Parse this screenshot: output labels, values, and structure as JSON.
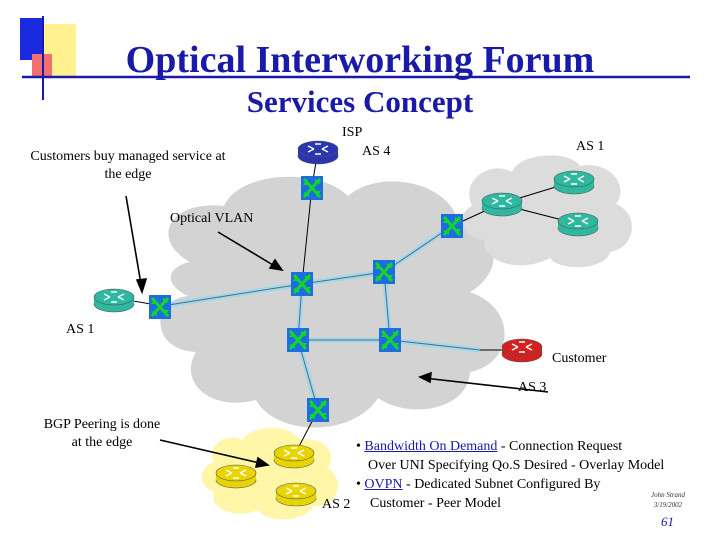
{
  "title": "Optical Interworking Forum",
  "subtitle": "Services Concept",
  "labels": {
    "isp": "ISP",
    "as4": "AS 4",
    "as1_top": "AS 1",
    "customers": "Customers buy managed service at the edge",
    "optical_vlan": "Optical VLAN",
    "as1_left": "AS 1",
    "customer": "Customer",
    "as3": "AS 3",
    "bgp": "BGP Peering is done at the edge",
    "as2": "AS 2"
  },
  "notes": {
    "bullet": "•",
    "bandwidth_link": "Bandwidth On Demand",
    "bandwidth_rest": " - Connection  Request",
    "bandwidth_line2": "Over UNI Specifying Qo.S Desired - Overlay Model",
    "ovpn_link": "OVPN",
    "ovpn_rest": " - Dedicated Subnet Configured By",
    "ovpn_line2": "Customer - Peer Model"
  },
  "footer": {
    "author": "John Strand",
    "date": "3/19/2002",
    "page": "61"
  },
  "colors": {
    "title": "#1a1aa8",
    "cloud_gray": "#d3d3d3",
    "cloud_yellow": "#fff6a8",
    "router_teal": "#2eb8a0",
    "router_red": "#d42020",
    "router_blue": "#2a35b0",
    "router_yellow": "#e8d400",
    "switch_blue": "#1c6ee0",
    "switch_green": "#14d42c",
    "link": "#9fd8ee"
  }
}
